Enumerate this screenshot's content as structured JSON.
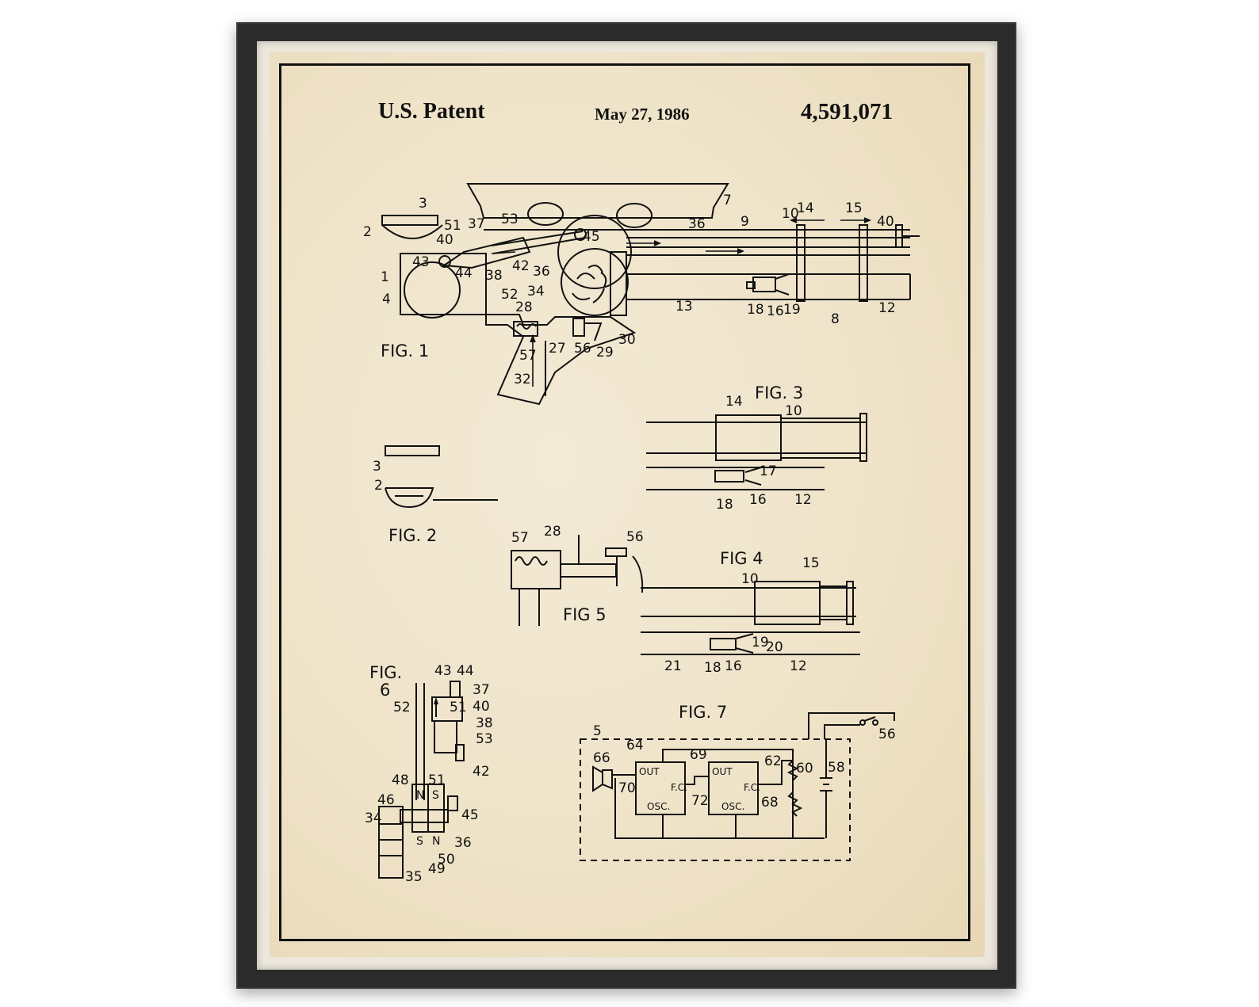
{
  "header": {
    "left": "U.S. Patent",
    "date": "May 27, 1986",
    "number": "4,591,071"
  },
  "figures": {
    "fig1": "FIG. 1",
    "fig2": "FIG. 2",
    "fig3": "FIG. 3",
    "fig4": "FIG 4",
    "fig5": "FIG 5",
    "fig6a": "FIG.",
    "fig6b": "6",
    "fig7": "FIG. 7"
  },
  "circuit": {
    "out1": "OUT",
    "out2": "OUT",
    "fc1": "F.C.",
    "fc2": "F.C.",
    "osc1": "OSC.",
    "osc2": "OSC."
  },
  "magnets": [
    "N",
    "S",
    "S",
    "N"
  ],
  "colors": {
    "frame": "#2b2b2b",
    "mat": "#ece7dc",
    "paper": "#f1e6cd",
    "ink": "#111111"
  }
}
